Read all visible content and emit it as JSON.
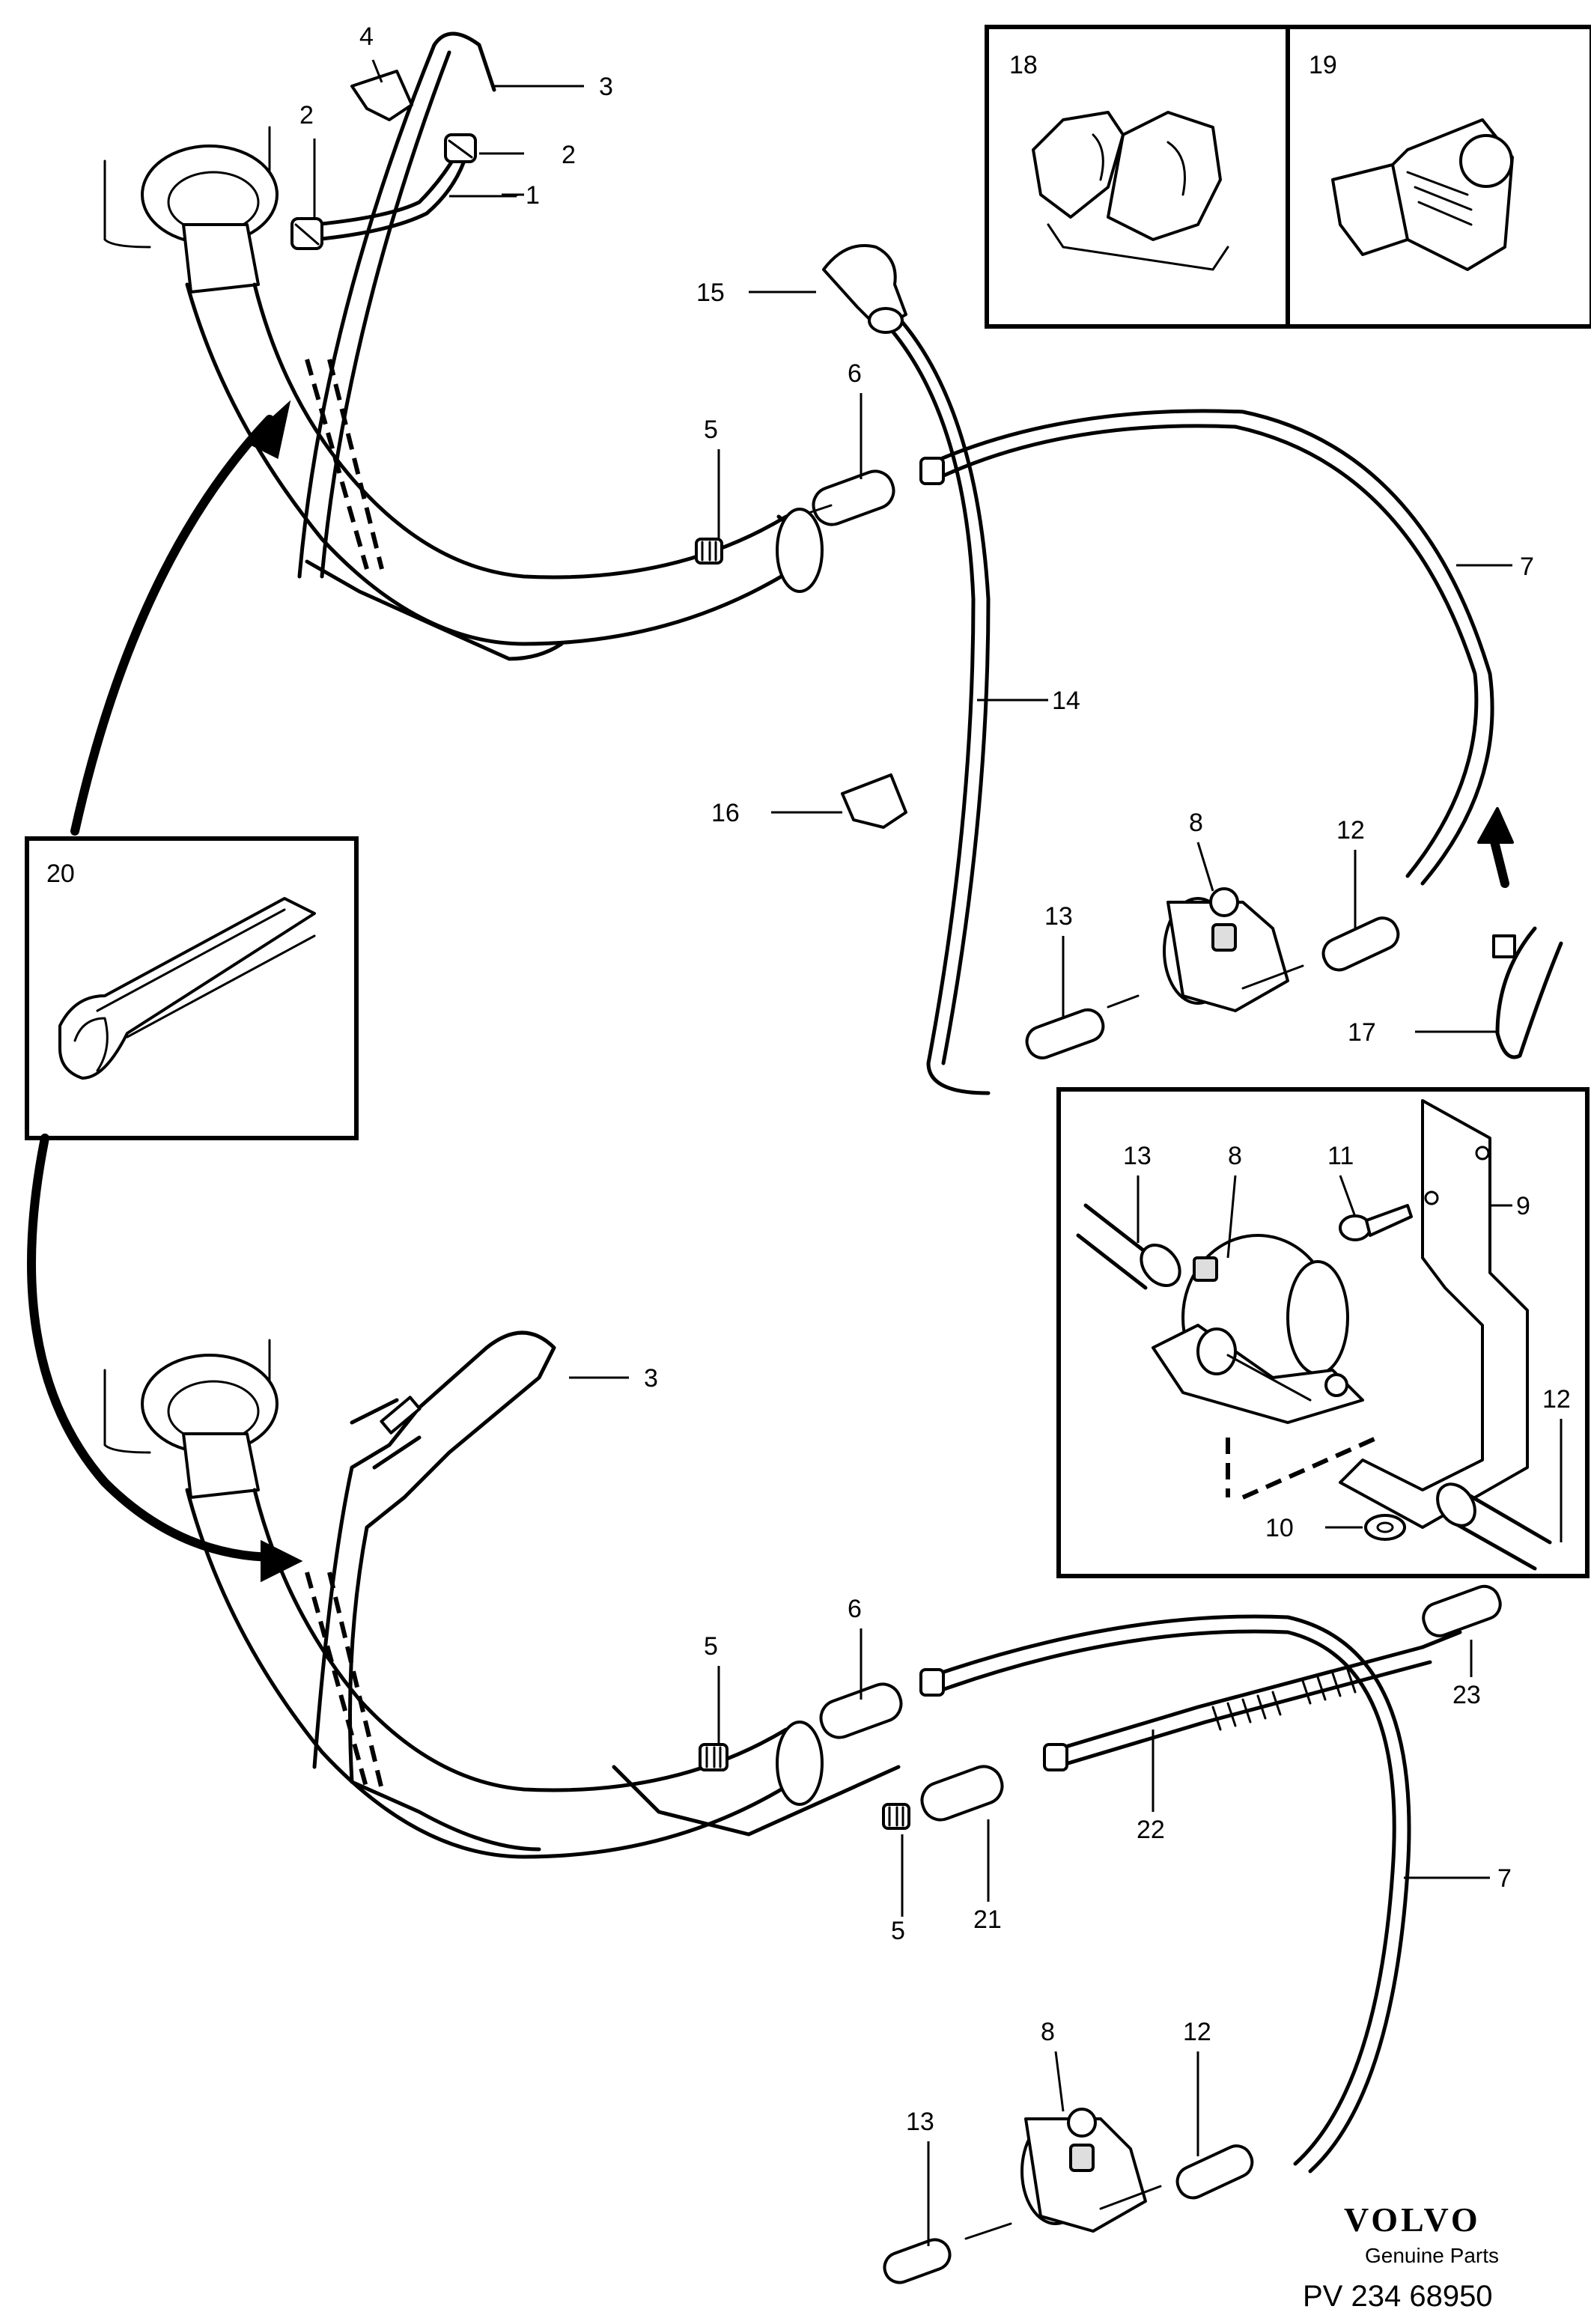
{
  "callouts": {
    "c1": "1",
    "c2a": "2",
    "c2b": "2",
    "c3a": "3",
    "c3b": "3",
    "c4": "4",
    "c5a": "5",
    "c5b": "5",
    "c5c": "5",
    "c6a": "6",
    "c6b": "6",
    "c7a": "7",
    "c7b": "7",
    "c8a": "8",
    "c8b": "8",
    "c8c": "8",
    "c9": "9",
    "c10": "10",
    "c11": "11",
    "c12a": "12",
    "c12b": "12",
    "c12c": "12",
    "c13a": "13",
    "c13b": "13",
    "c13c": "13",
    "c14": "14",
    "c15": "15",
    "c16": "16",
    "c17": "17",
    "c18": "18",
    "c19": "19",
    "c20": "20",
    "c21": "21",
    "c22": "22",
    "c23": "23"
  },
  "footer": {
    "brand": "VOLVO",
    "subtitle": "Genuine Parts",
    "code": "PV 234 68950"
  },
  "colors": {
    "ink": "#000000",
    "paper": "#ffffff",
    "shade": "#dedede"
  }
}
